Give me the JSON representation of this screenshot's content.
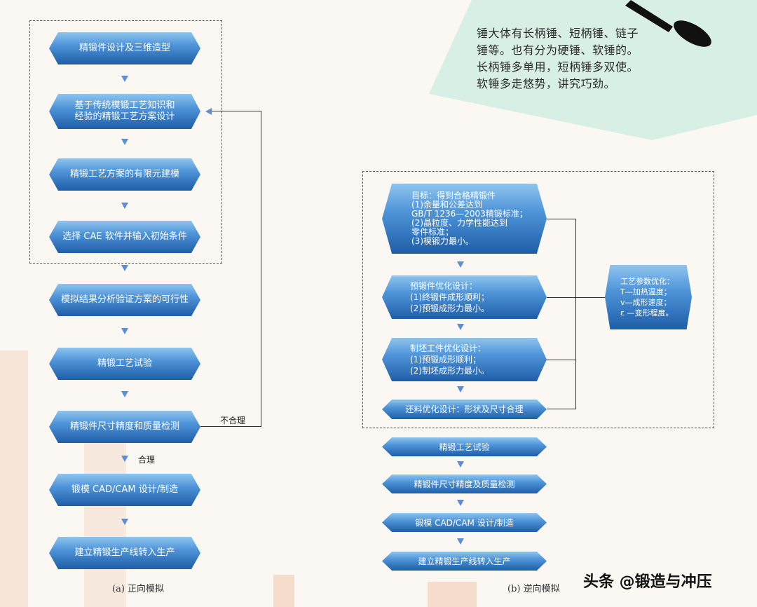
{
  "note": {
    "text": "锤大体有长柄锤、短柄锤、链子\n锤等。也有分为硬锤、软锤的。\n长柄锤多单用，短柄锤多双使。\n软锤多走悠势，讲究巧劲。"
  },
  "left": {
    "steps": [
      "精锻件设计及三维造型",
      "基于传统模锻工艺知识和\n经验的精锻工艺方案设计",
      "精锻工艺方案的有限元建模",
      "选择 CAE 软件并输入初始条件",
      "模拟结果分析验证方案的可行性",
      "精锻工艺试验",
      "精锻件尺寸精度和质量检测",
      "锻模 CAD/CAM 设计/制造",
      "建立精锻生产线转入生产"
    ],
    "label_unreasonable": "不合理",
    "label_reasonable": "合理",
    "caption": "(a) 正向模拟"
  },
  "right": {
    "box1": "目标：得到合格精锻件\n(1)余量和公差达到\n       GB/T 1236—2003精锻标准；\n(2)晶粒度、力学性能达到\n       零件标准；\n(3)模锻力最小。",
    "box2": "预锻件优化设计：\n   (1)终锻件成形顺利；\n   (2)预锻成形力最小。",
    "box3": "制坯工件优化设计：\n   (1)预锻成形顺利；\n   (2)制坯成形力最小。",
    "box4": "还料优化设计：形状及尺寸合理",
    "side": "工艺参数优化：\nT—加热温度；\nv—成形速度；\nε —变形程度。",
    "steps": [
      "精锻工艺试验",
      "精锻件尺寸精度及质量检测",
      "锻模 CAD/CAM 设计/制造",
      "建立精锻生产线转入生产"
    ],
    "caption": "(b) 逆向模拟"
  },
  "watermark": "头条 @锻造与冲压",
  "colors": {
    "accent": "#4f94d8",
    "dark": "#1e5ea8",
    "note_bg": "#d8efe6"
  }
}
